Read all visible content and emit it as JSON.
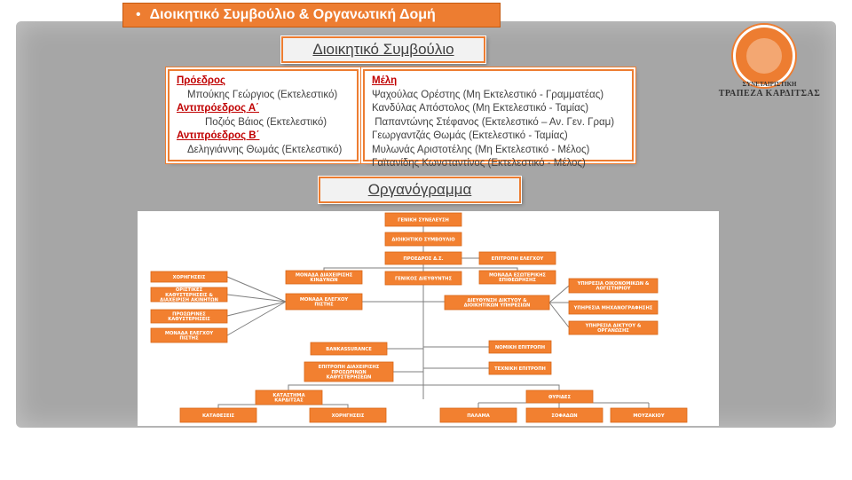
{
  "header": {
    "title": "Διοικητικό Συμβούλιο & Οργανωτική Δομή"
  },
  "logo": {
    "line1": "ΣΥΝΕΤΑΙΡΙΣΤΙΚΗ",
    "line2": "ΤΡΑΠΕΖΑ ΚΑΡΔΙΤΣΑΣ"
  },
  "board": {
    "heading": "Διοικητικό Συμβούλιο",
    "presidency": {
      "president_role": "Πρόεδρος",
      "president_name": "Μπούκης Γεώργιος (Εκτελεστικό)",
      "vp_a_role": "Αντιπρόεδρος Α΄",
      "vp_a_name": "Ποζιός Βάιος (Εκτελεστικό)",
      "vp_b_role": "Αντιπρόεδρος Β΄",
      "vp_b_name": "Δεληγιάννης Θωμάς (Εκτελεστικό)"
    },
    "members": {
      "role": "Μέλη",
      "list": [
        "Ψαχούλας Ορέστης (Μη Εκτελεστικό - Γραμματέας)",
        "Κανδύλας Απόστολος (Μη Εκτελεστικό -  Ταμίας)",
        " Παπαντώνης Στέφανος (Εκτελεστικό – Αν. Γεν. Γραμ)",
        "Γεωργαντζάς Θωμάς (Εκτελεστικό - Ταμίας)",
        "Μυλωνάς Αριστοτέλης (Μη Εκτελεστικό - Μέλος)",
        "Γαϊτανίδης Κωνσταντίνος (Εκτελεστικό - Μέλος)"
      ]
    }
  },
  "orgchart": {
    "heading": "Οργανόγραμμα",
    "colors": {
      "box": "#f28030",
      "box_border": "#d8681a",
      "line": "#7f7f7f",
      "text": "#ffffff"
    },
    "nodes": [
      {
        "id": "gs",
        "label": "ΓΕΝΙΚΗ ΣΥΝΕΛΕΥΣΗ"
      },
      {
        "id": "ds",
        "label": "ΔΙΟΙΚΗΤΙΚΟ ΣΥΜΒΟΥΛΙΟ"
      },
      {
        "id": "pr",
        "label": "ΠΡΟΕΔΡΟΣ Δ.Σ."
      },
      {
        "id": "ee",
        "label": "ΕΠΙΤΡΟΠΗ ΕΛΕΓΧΟΥ"
      },
      {
        "id": "mdk",
        "label": "ΜΟΝΑΔΑ ΔΙΑΧΕΙΡΙΣΗΣ ΚΙΝΔΥΝΩΝ"
      },
      {
        "id": "gd",
        "label": "ΓΕΝΙΚΟΣ ΔΙΕΥΘΥΝΤΗΣ"
      },
      {
        "id": "mee",
        "label": "ΜΟΝΑΔΑ ΕΣΩΤΕΡΙΚΗΣ ΕΠΙΘΕΩΡΗΣΗΣ"
      },
      {
        "id": "kor1",
        "label": "ΧΟΡΗΓΗΣΕΙΣ"
      },
      {
        "id": "ork",
        "label": "ΟΡΙΣΤΙΚΕΣ ΚΑΘΥΣΤΕΡΗΣΕΙΣ & ΔΙΑΧΕΙΡΙΣΗ ΑΚΙΝΗΤΩΝ"
      },
      {
        "id": "prk",
        "label": "ΠΡΟΣΩΡΙΝΕΣ ΚΑΘΥΣΤΕΡΗΣΕΙΣ"
      },
      {
        "id": "mep2",
        "label": "ΜΟΝΑΔΑ ΕΛΕΓΧΟΥ ΠΙΣΤΗΣ"
      },
      {
        "id": "mep",
        "label": "ΜΟΝΑΔΑ ΕΛΕΓΧΟΥ ΠΙΣΤΗΣ"
      },
      {
        "id": "ddy",
        "label": "ΔΙΕΥΘΥΝΣΗ ΔΙΚΤΥΟΥ & ΔΙΟΙΚΗΤΙΚΩΝ ΥΠΗΡΕΣΙΩΝ"
      },
      {
        "id": "yol",
        "label": "ΥΠΗΡΕΣΙΑ ΟΙΚΟΝΟΜΙΚΩΝ & ΛΟΓΙΣΤΗΡΙΟΥ"
      },
      {
        "id": "ym",
        "label": "ΥΠΗΡΕΣΙΑ ΜΗΧΑΝΟΓΡΑΦΗΣΗΣ"
      },
      {
        "id": "ydo",
        "label": "ΥΠΗΡΕΣΙΑ ΔΙΚΤΥΟΥ & ΟΡΓΑΝΩΣΗΣ"
      },
      {
        "id": "ba",
        "label": "BANKASSURANCE"
      },
      {
        "id": "ne",
        "label": "ΝΟΜΙΚΗ ΕΠΙΤΡΟΠΗ"
      },
      {
        "id": "edk",
        "label": "ΕΠΙΤΡΟΠΗ ΔΙΑΧΕΙΡΙΣΗΣ ΠΡΟΣΩΡΙΝΩΝ ΚΑΘΥΣΤΕΡΗΣΕΩΝ"
      },
      {
        "id": "te",
        "label": "ΤΕΧΝΙΚΗ ΕΠΙΤΡΟΠΗ"
      },
      {
        "id": "kk",
        "label": "ΚΑΤΑΣΤΗΜΑ ΚΑΡΔΙΤΣΑΣ"
      },
      {
        "id": "fyl",
        "label": "ΘΥΡΙΔΕΣ"
      },
      {
        "id": "kat",
        "label": "ΚΑΤΑΘΕΣΕΙΣ"
      },
      {
        "id": "kor2",
        "label": "ΧΟΡΗΓΗΣΕΙΣ"
      },
      {
        "id": "pal",
        "label": "ΠΑΛΑΜΑ"
      },
      {
        "id": "sof",
        "label": "ΣΟΦΑΔΩΝ"
      },
      {
        "id": "mou",
        "label": "ΜΟΥΖΑΚΙΟΥ"
      }
    ]
  }
}
